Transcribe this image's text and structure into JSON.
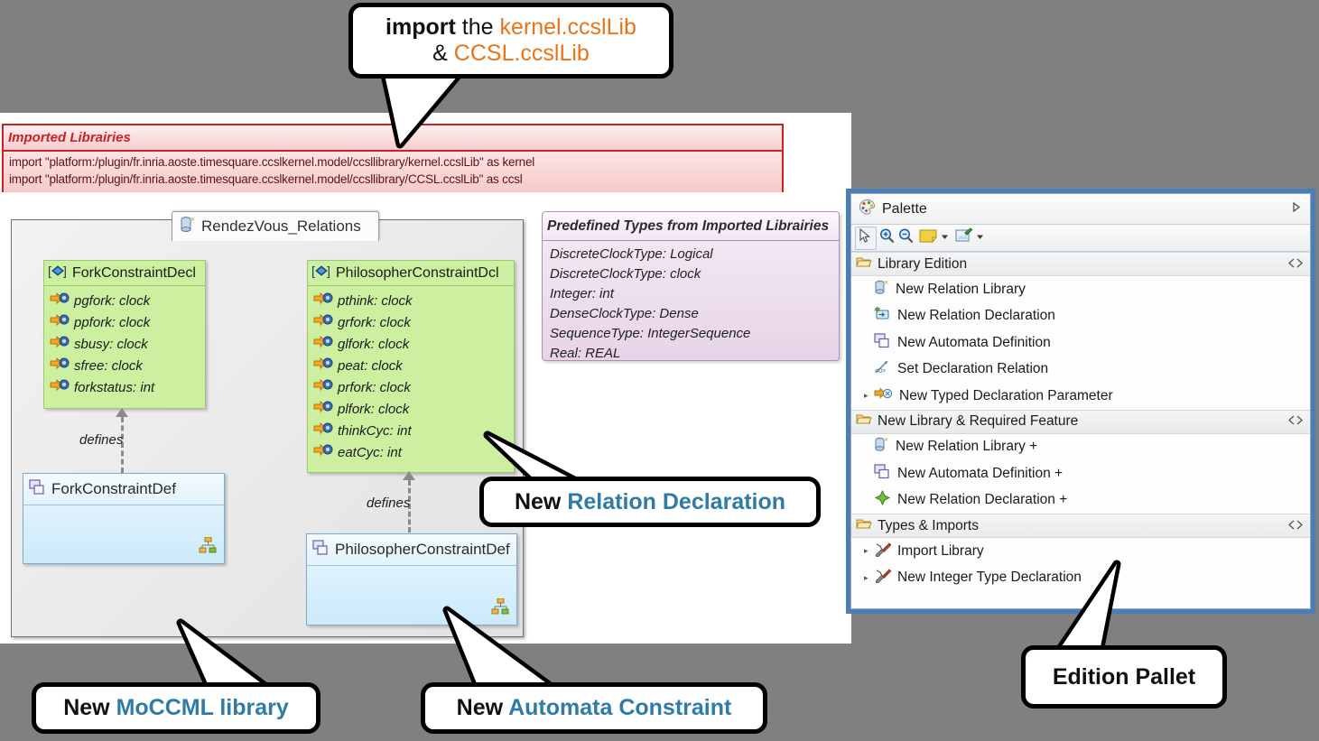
{
  "background_color": "#808080",
  "accent_blue": "#2e7ba6",
  "accent_orange": "#e8741a",
  "callouts": {
    "import": {
      "line1_bold": "import",
      "line1_thin": " the ",
      "line1_orange": "kernel.ccslLib",
      "line2_thin": "& ",
      "line2_orange": "CCSL.ccslLib"
    },
    "relation_declaration": {
      "prefix": "New ",
      "highlight": "Relation Declaration"
    },
    "moccml_library": {
      "prefix": "New ",
      "highlight": "MoCCML library"
    },
    "automata_constraint": {
      "prefix": "New ",
      "highlight": "Automata Constraint"
    },
    "edition_pallet": {
      "prefix": "Edition Pallet",
      "highlight": ""
    }
  },
  "imported_libraries": {
    "title": "Imported Librairies",
    "lines": [
      "import \"platform:/plugin/fr.inria.aoste.timesquare.ccslkernel.model/ccsllibrary/kernel.ccslLib\" as kernel",
      "import \"platform:/plugin/fr.inria.aoste.timesquare.ccslkernel.model/ccsllibrary/CCSL.ccslLib\" as ccsl"
    ]
  },
  "diagram": {
    "tab_label": "RendezVous_Relations",
    "tab_icon": "relation-library-icon",
    "connector_label": "defines",
    "declarations": [
      {
        "name": "ForkConstraintDecl",
        "icon": "declaration-diamond-icon",
        "attributes": [
          "pgfork: clock",
          "ppfork: clock",
          "sbusy: clock",
          "sfree: clock",
          "forkstatus: int"
        ]
      },
      {
        "name": "PhilosopherConstraintDcl",
        "icon": "declaration-diamond-icon",
        "attributes": [
          "pthink: clock",
          "grfork: clock",
          "glfork: clock",
          "peat: clock",
          "prfork: clock",
          "plfork: clock",
          "thinkCyc: int",
          "eatCyc: int"
        ]
      }
    ],
    "definitions": [
      {
        "name": "ForkConstraintDef",
        "icon": "automata-definition-icon",
        "badge": "hierarchy-badge-icon"
      },
      {
        "name": "PhilosopherConstraintDef",
        "icon": "automata-definition-icon",
        "badge": "hierarchy-badge-icon"
      }
    ]
  },
  "predefined_types": {
    "title": "Predefined Types from Imported Librairies",
    "entries": [
      "DiscreteClockType: Logical",
      "DiscreteClockType: clock",
      "Integer: int",
      "DenseClockType: Dense",
      "SequenceType: IntegerSequence",
      "Real: REAL"
    ]
  },
  "palette": {
    "title": "Palette",
    "title_icon": "palette-icon",
    "expand_icon": "chevron-right-icon",
    "toolbar": [
      {
        "name": "select-tool",
        "icon": "cursor-icon"
      },
      {
        "name": "zoom-in-tool",
        "icon": "zoom-in-icon"
      },
      {
        "name": "zoom-out-tool",
        "icon": "zoom-out-icon"
      },
      {
        "name": "note-tool",
        "icon": "note-icon",
        "dropdown": true
      },
      {
        "name": "attach-note-tool",
        "icon": "note-attachment-icon",
        "dropdown": true
      }
    ],
    "groups": [
      {
        "label": "Library Edition",
        "icon": "folder-open-icon",
        "collapse_icon": "collapse-icon",
        "items": [
          {
            "label": "New Relation Library",
            "icon": "relation-library-icon",
            "arrow": false
          },
          {
            "label": "New Relation Declaration",
            "icon": "relation-declaration-icon",
            "arrow": false
          },
          {
            "label": "New Automata Definition",
            "icon": "automata-definition-icon",
            "arrow": false
          },
          {
            "label": "Set Declaration Relation",
            "icon": "set-declaration-relation-icon",
            "arrow": false
          },
          {
            "label": "New Typed Declaration Parameter",
            "icon": "typed-declaration-parameter-icon",
            "arrow": true
          }
        ]
      },
      {
        "label": "New Library & Required Feature",
        "icon": "folder-open-icon",
        "collapse_icon": "collapse-icon",
        "items": [
          {
            "label": "New Relation Library +",
            "icon": "relation-library-icon",
            "arrow": false
          },
          {
            "label": "New Automata Definition +",
            "icon": "automata-definition-icon",
            "arrow": false
          },
          {
            "label": "New Relation Declaration +",
            "icon": "green-diamond-icon",
            "arrow": false
          }
        ]
      },
      {
        "label": "Types & Imports",
        "icon": "folder-open-icon",
        "collapse_icon": "collapse-icon",
        "items": [
          {
            "label": "Import Library",
            "icon": "hammer-icon",
            "arrow": true
          },
          {
            "label": "New Integer Type Declaration",
            "icon": "hammer-icon",
            "arrow": true
          }
        ]
      }
    ]
  }
}
